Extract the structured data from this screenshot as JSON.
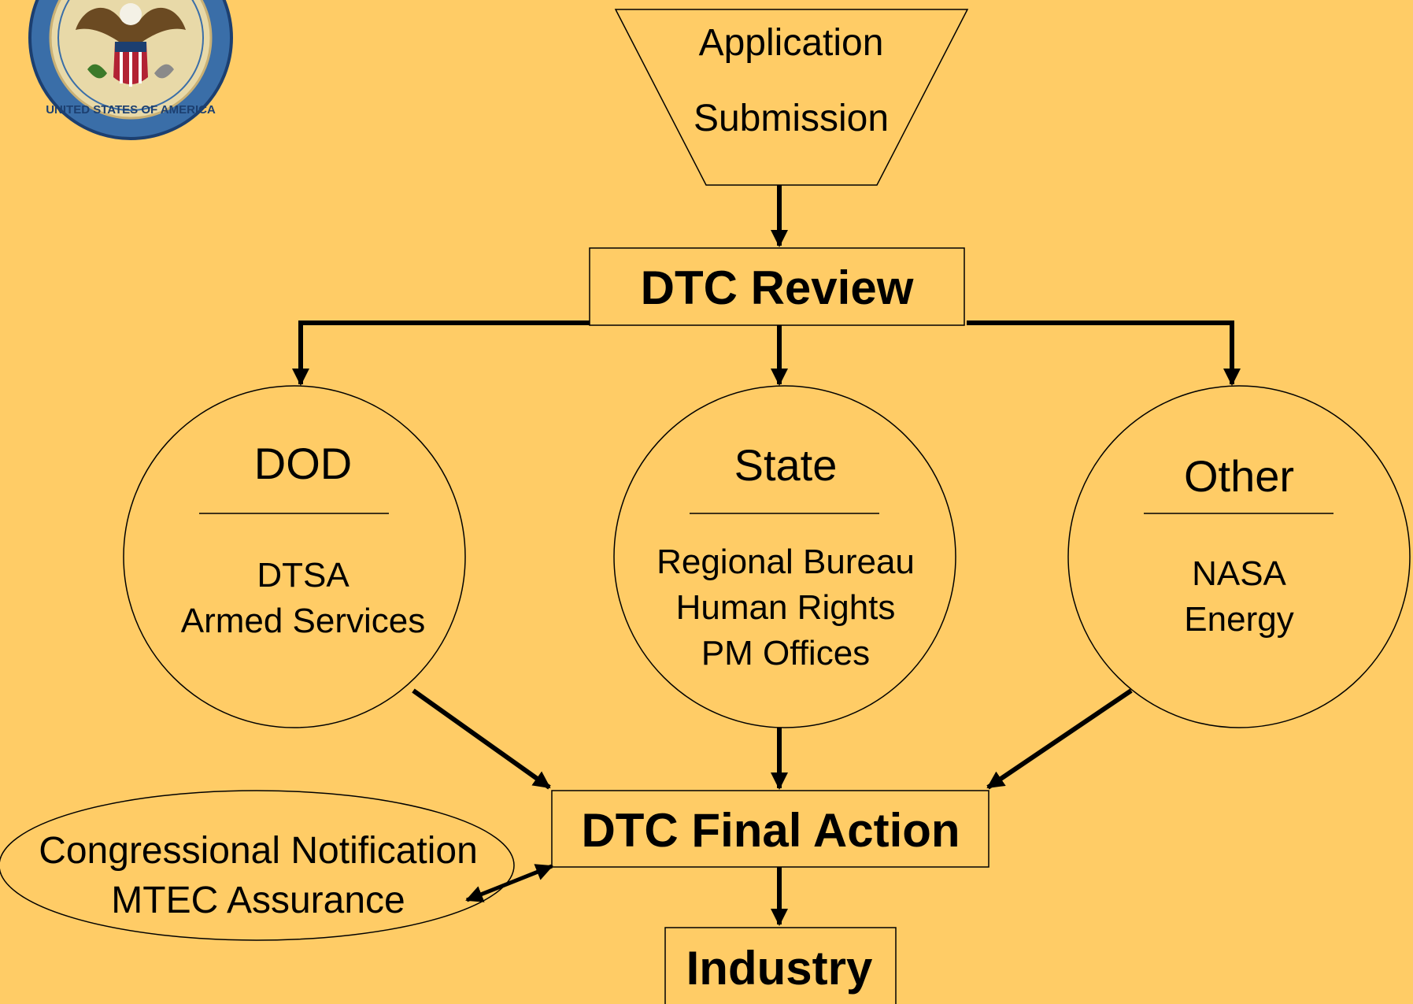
{
  "seal": {
    "label": "Seal of the United States Department of State",
    "ring_text": "UNITED STATES OF AMERICA"
  },
  "nodes": {
    "application": {
      "line1": "Application",
      "line2": "Submission"
    },
    "review": {
      "label": "DTC Review"
    },
    "dod": {
      "title": "DOD",
      "line1": "DTSA",
      "line2": "Armed Services"
    },
    "state": {
      "title": "State",
      "line1": "Regional Bureau",
      "line2": "Human Rights",
      "line3": "PM Offices"
    },
    "other": {
      "title": "Other",
      "line1": "NASA",
      "line2": "Energy"
    },
    "final": {
      "label": "DTC Final Action"
    },
    "congress": {
      "line1": "Congressional Notification",
      "line2": "MTEC Assurance"
    },
    "industry": {
      "label": "Industry"
    }
  },
  "colors": {
    "background": "#FFCC66",
    "stroke": "#000000"
  }
}
